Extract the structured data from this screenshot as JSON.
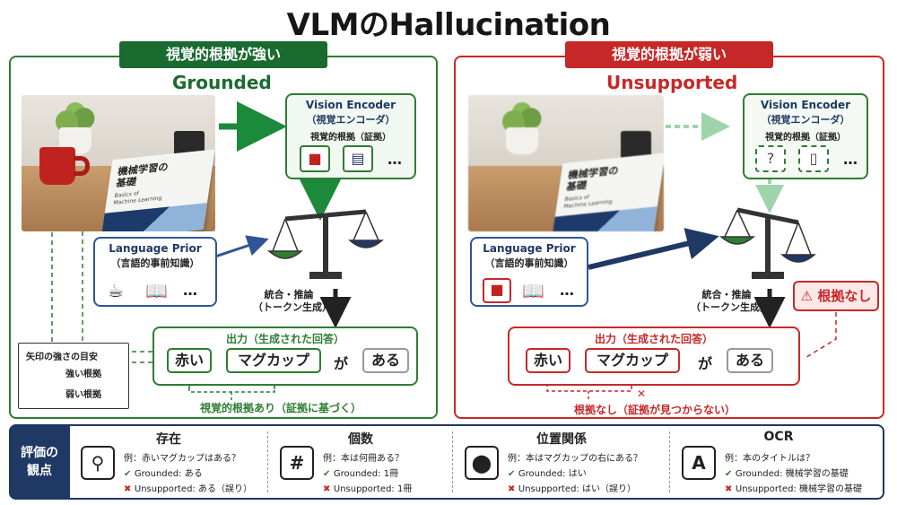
{
  "title": "VLMのHallucination",
  "left": {
    "banner": "視覚的根拠が強い",
    "subtitle": "Grounded",
    "photo": {
      "book_title": "機械学習の\n基礎",
      "book_subtitle": "Basics of\nMachine Learning"
    },
    "encoder": {
      "title": "Vision Encoder",
      "subtitle": "（視覚エンコーダ）",
      "evidence": "視覚的根拠（証拠）",
      "more": "…"
    },
    "prior": {
      "title": "Language Prior",
      "subtitle": "（言語的事前知識）",
      "more": "…"
    },
    "integrate": "統合・推論\n（トークン生成）",
    "output": {
      "title": "出力（生成された回答）",
      "tokens": [
        "赤い",
        "マグカップ",
        "が",
        "ある"
      ]
    },
    "caption": "視覚的根拠あり（証拠に基づく）",
    "legend": {
      "title": "矢印の強さの目安",
      "strong": "強い根拠",
      "weak": "弱い根拠"
    }
  },
  "right": {
    "banner": "視覚的根拠が弱い",
    "subtitle": "Unsupported",
    "photo": {
      "book_title": "機械学習の\n基礎",
      "book_subtitle": "Basics of\nMachine Learning"
    },
    "encoder": {
      "title": "Vision Encoder",
      "subtitle": "（視覚エンコーダ）",
      "evidence": "視覚的根拠（証拠）",
      "question": "?",
      "more": "…"
    },
    "prior": {
      "title": "Language Prior",
      "subtitle": "（言語的事前知識）",
      "more": "…"
    },
    "integrate": "統合・推論\n（トークン生成）",
    "warning": "根拠なし",
    "output": {
      "title": "出力（生成された回答）",
      "tokens": [
        "赤い",
        "マグカップ",
        "が",
        "ある"
      ]
    },
    "caption": "根拠なし（証拠が見つからない）"
  },
  "evaluation": {
    "label": "評価の\n観点",
    "criteria": [
      {
        "icon": "search-icon",
        "glyph": "🔍",
        "title": "存在",
        "example": "例：赤いマグカップはある？",
        "grounded": "Grounded: ある",
        "unsupported": "Unsupported: ある（誤り）"
      },
      {
        "icon": "hash-icon",
        "glyph": "#",
        "title": "個数",
        "example": "例：本は何冊ある？",
        "grounded": "Grounded: 1冊",
        "unsupported": "Unsupported: 1冊"
      },
      {
        "icon": "location-pin-icon",
        "glyph": "📍",
        "title": "位置関係",
        "example": "例：本はマグカップの右にある？",
        "grounded": "Grounded: はい",
        "unsupported": "Unsupported: はい（誤り）"
      },
      {
        "icon": "letter-a-icon",
        "glyph": "A",
        "title": "OCR",
        "example": "例：本のタイトルは？",
        "grounded": "Grounded: 機械学習の基礎",
        "unsupported": "Unsupported: 機械学習の基礎"
      }
    ]
  },
  "colors": {
    "green": "#2e7d32",
    "red": "#c62828",
    "navy": "#1f3864",
    "blue": "#2f5597"
  }
}
